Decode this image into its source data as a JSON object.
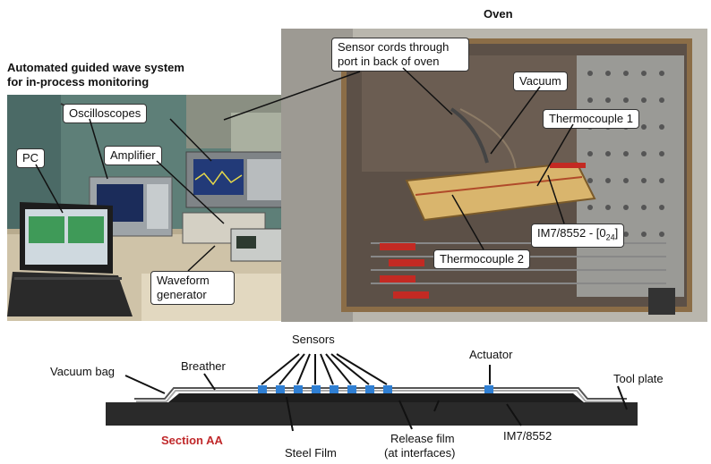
{
  "left_photo": {
    "title_line1": "Automated guided wave system",
    "title_line2": "for in-process monitoring",
    "callouts": {
      "pc": "PC",
      "oscilloscopes": "Oscilloscopes",
      "amplifier": "Amplifier",
      "waveform_line1": "Waveform",
      "waveform_line2": "generator"
    }
  },
  "right_photo": {
    "title": "Oven",
    "callouts": {
      "sensor_cords_line1": "Sensor cords through",
      "sensor_cords_line2": "port in back of oven",
      "vacuum": "Vacuum",
      "thermocouple1": "Thermocouple 1",
      "laminate": "IM7/8552 - [0",
      "laminate_sub": "24",
      "laminate_end": "]",
      "thermocouple2": "Thermocouple 2"
    }
  },
  "diagram": {
    "sensors": "Sensors",
    "actuator": "Actuator",
    "vacuum_bag": "Vacuum bag",
    "breather": "Breather",
    "tool_plate": "Tool plate",
    "section": "Section AA",
    "steel_film": "Steel Film",
    "release_film_line1": "Release film",
    "release_film_line2": "(at interfaces)",
    "material": "IM7/8552"
  },
  "colors": {
    "section_label": "#c0282a",
    "sensor_blue": "#2f7fd3",
    "tool_plate": "#2a2a2a"
  }
}
